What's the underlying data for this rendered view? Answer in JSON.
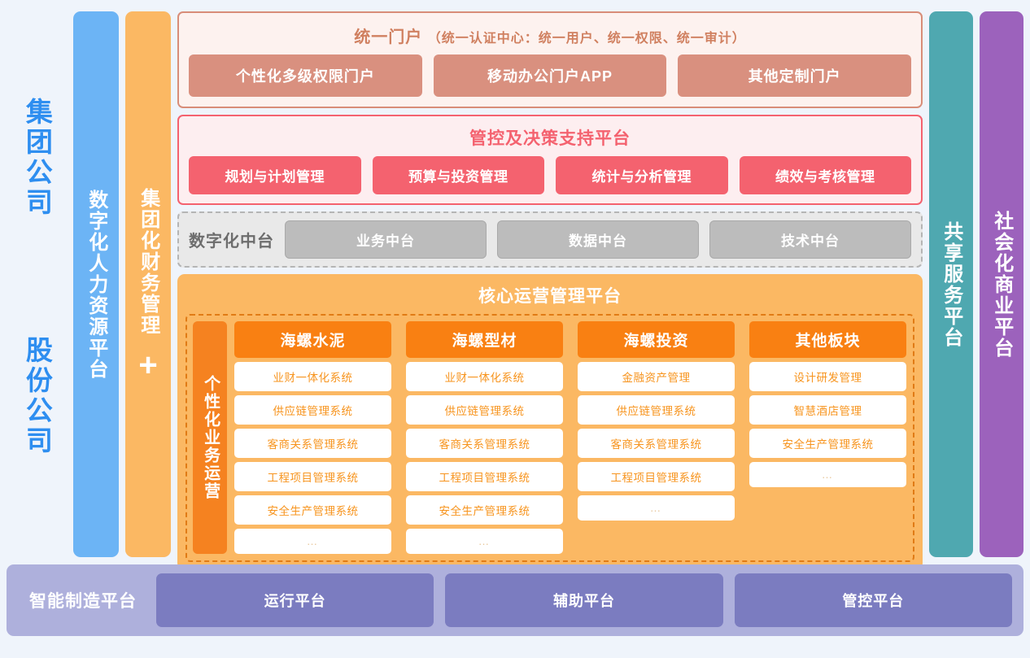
{
  "left_labels": [
    "集团公司",
    "股份公司"
  ],
  "columns": {
    "hr_platform": "数字化人力资源平台",
    "finance": "集团化财务管理",
    "finance_plus": "+",
    "shared_service": "共享服务平台",
    "social_commerce": "社会化商业平台"
  },
  "portal": {
    "title_main": "统一门户",
    "title_sub": "（统一认证中心：统一用户、统一权限、统一审计）",
    "buttons": [
      "个性化多级权限门户",
      "移动办公门户APP",
      "其他定制门户"
    ]
  },
  "management": {
    "title": "管控及决策支持平台",
    "buttons": [
      "规划与计划管理",
      "预算与投资管理",
      "统计与分析管理",
      "绩效与考核管理"
    ]
  },
  "middle_platform": {
    "label": "数字化中台",
    "buttons": [
      "业务中台",
      "数据中台",
      "技术中台"
    ]
  },
  "core": {
    "title": "核心运营管理平台",
    "side_label": "个性化业务运营",
    "segments": [
      {
        "name": "海螺水泥",
        "items": [
          "业财一体化系统",
          "供应链管理系统",
          "客商关系管理系统",
          "工程项目管理系统",
          "安全生产管理系统",
          "…"
        ]
      },
      {
        "name": "海螺型材",
        "items": [
          "业财一体化系统",
          "供应链管理系统",
          "客商关系管理系统",
          "工程项目管理系统",
          "安全生产管理系统",
          "…"
        ]
      },
      {
        "name": "海螺投资",
        "items": [
          "金融资产管理",
          "供应链管理系统",
          "客商关系管理系统",
          "工程项目管理系统",
          "…"
        ]
      },
      {
        "name": "其他板块",
        "items": [
          "设计研发管理",
          "智慧酒店管理",
          "安全生产管理系统",
          "…"
        ]
      }
    ]
  },
  "bottom": {
    "label": "智能制造平台",
    "buttons": [
      "运行平台",
      "辅助平台",
      "管控平台"
    ]
  },
  "colors": {
    "background": "#eff4fb",
    "corp_label": "#2e8ef0",
    "hr_blue": "#6cb4f5",
    "finance_orange": "#fbb863",
    "portal_salmon": "#d9907f",
    "mgmt_pink": "#f4626f",
    "middle_gray": "#bcbcbc",
    "core_orange": "#f58220",
    "shared_teal": "#4fa8b0",
    "social_violet": "#9c62bc",
    "bottom_purple": "#7b7cc0"
  }
}
